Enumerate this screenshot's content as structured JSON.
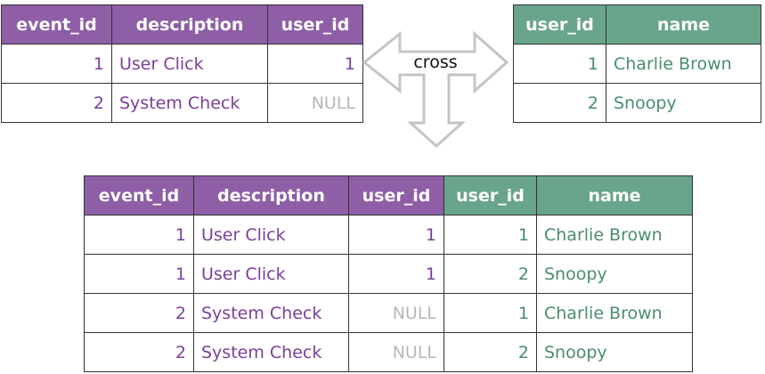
{
  "events": {
    "headers": [
      "event_id",
      "description",
      "user_id"
    ],
    "rows": [
      [
        "1",
        "User Click",
        "1"
      ],
      [
        "2",
        "System Check",
        "NULL"
      ]
    ]
  },
  "users": {
    "headers": [
      "user_id",
      "name"
    ],
    "rows": [
      [
        "1",
        "Charlie Brown"
      ],
      [
        "2",
        "Snoopy"
      ]
    ]
  },
  "operation": {
    "label": "cross"
  },
  "result": {
    "headers": [
      "event_id",
      "description",
      "user_id",
      "user_id",
      "name"
    ],
    "rows": [
      [
        "1",
        "User Click",
        "1",
        "1",
        "Charlie Brown"
      ],
      [
        "1",
        "User Click",
        "1",
        "2",
        "Snoopy"
      ],
      [
        "2",
        "System Check",
        "NULL",
        "1",
        "Charlie Brown"
      ],
      [
        "2",
        "System Check",
        "NULL",
        "2",
        "Snoopy"
      ]
    ]
  },
  "colors": {
    "events_header": "#8e5ea6",
    "events_text": "#7b3f99",
    "users_header": "#69a58a",
    "users_text": "#4a8d6c",
    "null_text": "#b7b7b7"
  }
}
